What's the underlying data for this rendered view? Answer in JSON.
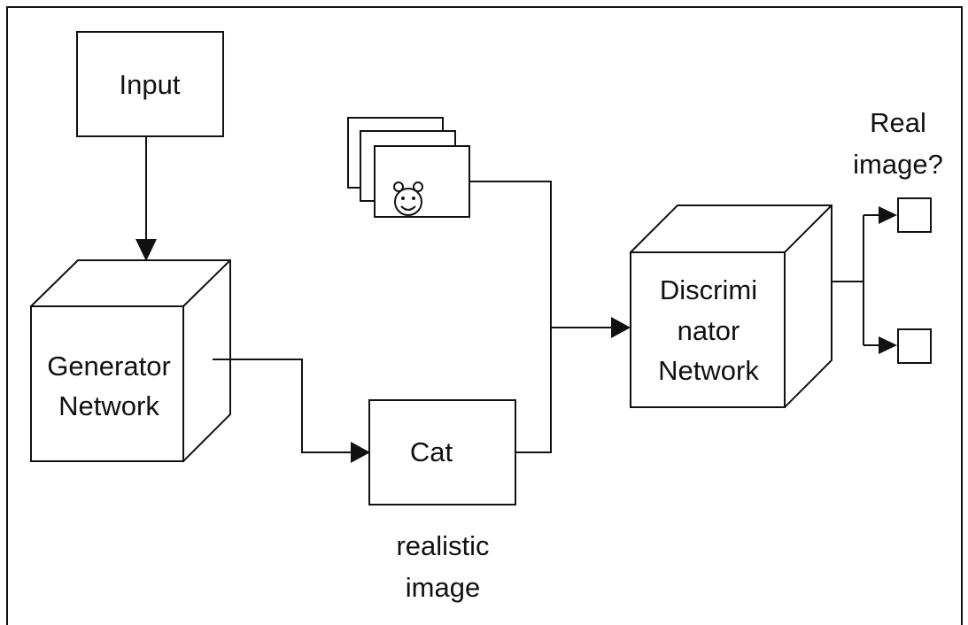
{
  "diagram": {
    "input_label": "Input",
    "generator_label_line1": "Generator",
    "generator_label_line2": "Network",
    "cat_label": "Cat",
    "realistic_label_line1": "realistic",
    "realistic_label_line2": "image",
    "discriminator_label_line1": "Discrimi",
    "discriminator_label_line2": "nator",
    "discriminator_label_line3": "Network",
    "output_label_line1": "Real",
    "output_label_line2": "image?",
    "real_images_icon": "cat-face-icon"
  },
  "colors": {
    "stroke": "#111111",
    "background": "#ffffff"
  }
}
